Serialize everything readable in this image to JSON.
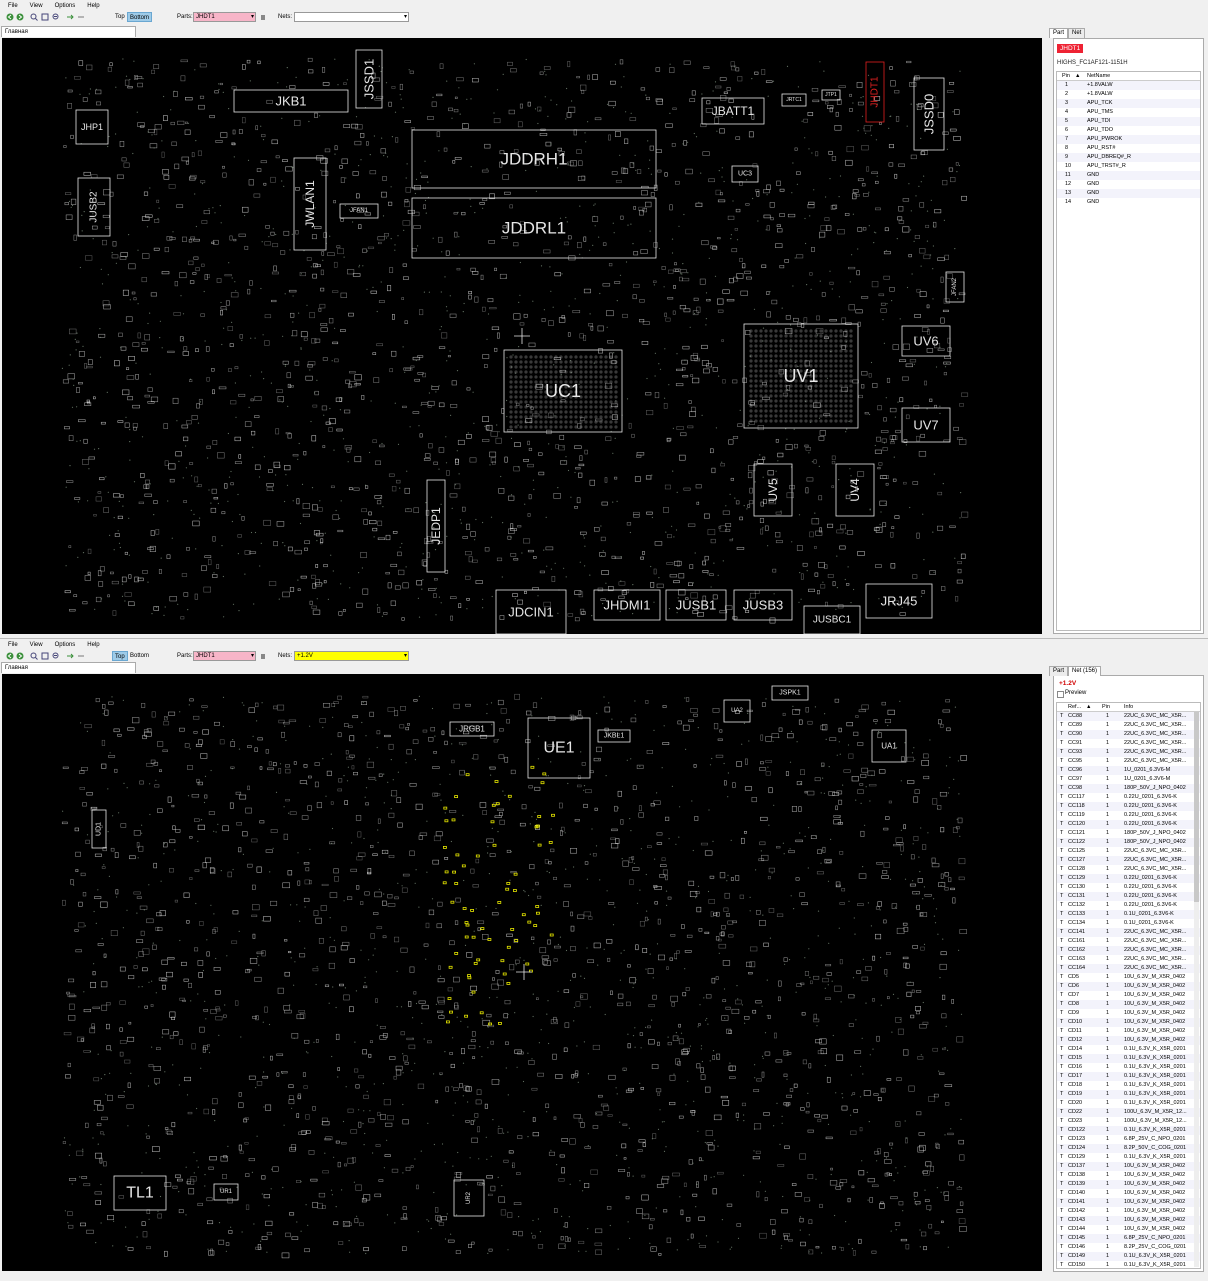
{
  "pane1": {
    "menu": [
      "File",
      "View",
      "Options",
      "Help"
    ],
    "toolbar": {
      "top_label": "Top",
      "bottom_label": "Bottom",
      "active_side": "Bottom",
      "parts_label": "Parts:",
      "parts_value": "JHDT1",
      "nets_label": "Nets:",
      "nets_value": ""
    },
    "tab": "Главная",
    "board_side": "Bottom",
    "parts": [
      "JHP1",
      "JKB1",
      "JSSD1",
      "JUSB2",
      "JWLAN1",
      "JFAN1",
      "JDDRH1",
      "JDDRL1",
      "JBATT1",
      "JRTC1",
      "JTP1",
      "JHDT1",
      "JSSD0",
      "UC3",
      "JFAN2",
      "UV6",
      "UC1",
      "UV1",
      "UV7",
      "UV5",
      "UV4",
      "JEDP1",
      "JDCIN1",
      "JHDMI1",
      "JUSB1",
      "JUSB3",
      "JUSBC1",
      "JRJ45"
    ],
    "side_panel": {
      "tabs": [
        "Part",
        "Net"
      ],
      "active_tab": "Part",
      "part_name": "JHDT1",
      "part_type": "HIGHS_FC1AF121-1151H",
      "columns": [
        "Pin",
        "NetName"
      ],
      "pins": [
        {
          "pin": "1",
          "net": "+1.8VALW"
        },
        {
          "pin": "2",
          "net": "+1.8VALW"
        },
        {
          "pin": "3",
          "net": "APU_TCK"
        },
        {
          "pin": "4",
          "net": "APU_TMS"
        },
        {
          "pin": "5",
          "net": "APU_TDI"
        },
        {
          "pin": "6",
          "net": "APU_TDO"
        },
        {
          "pin": "7",
          "net": "APU_PWROK"
        },
        {
          "pin": "8",
          "net": "APU_RST#"
        },
        {
          "pin": "9",
          "net": "APU_DBREQ#_R"
        },
        {
          "pin": "10",
          "net": "APU_TRST#_R"
        },
        {
          "pin": "11",
          "net": "GND"
        },
        {
          "pin": "12",
          "net": "GND"
        },
        {
          "pin": "13",
          "net": "GND"
        },
        {
          "pin": "14",
          "net": "GND"
        }
      ]
    }
  },
  "pane2": {
    "menu": [
      "File",
      "View",
      "Options",
      "Help"
    ],
    "toolbar": {
      "top_label": "Top",
      "bottom_label": "Bottom",
      "active_side": "Top",
      "parts_label": "Parts:",
      "parts_value": "JHDT1",
      "nets_label": "Nets:",
      "nets_value": "+1.2V"
    },
    "tab": "Главная",
    "board_side": "Top",
    "parts": [
      "JSPK1",
      "UA2",
      "UA1",
      "JRGB1",
      "UE1",
      "JKBL1",
      "UD1",
      "TL1",
      "UR1",
      "UR2"
    ],
    "side_panel": {
      "tabs": [
        "Part",
        "Net (156)"
      ],
      "active_tab": "Net (156)",
      "net_name": "+1.2V",
      "preview_label": "Preview",
      "columns": [
        "Ref...",
        "Pin",
        "Info"
      ],
      "rows": [
        {
          "s": "T",
          "ref": "CC88",
          "pin": "1",
          "info": "22UC_6.3VC_MC_X5R..."
        },
        {
          "s": "T",
          "ref": "CC89",
          "pin": "1",
          "info": "22UC_6.3VC_MC_X5R..."
        },
        {
          "s": "T",
          "ref": "CC90",
          "pin": "1",
          "info": "22UC_6.3VC_MC_X5R..."
        },
        {
          "s": "T",
          "ref": "CC91",
          "pin": "1",
          "info": "22UC_6.3VC_MC_X5R..."
        },
        {
          "s": "T",
          "ref": "CC93",
          "pin": "1",
          "info": "22UC_6.3VC_MC_X5R..."
        },
        {
          "s": "T",
          "ref": "CC95",
          "pin": "1",
          "info": "22UC_6.3VC_MC_X5R..."
        },
        {
          "s": "T",
          "ref": "CC96",
          "pin": "1",
          "info": "1U_0201_6.3V6-M"
        },
        {
          "s": "T",
          "ref": "CC97",
          "pin": "1",
          "info": "1U_0201_6.3V6-M"
        },
        {
          "s": "T",
          "ref": "CC98",
          "pin": "1",
          "info": "180P_50V_J_NPO_0402"
        },
        {
          "s": "T",
          "ref": "CC117",
          "pin": "1",
          "info": "0.22U_0201_6.3V6-K"
        },
        {
          "s": "T",
          "ref": "CC118",
          "pin": "1",
          "info": "0.22U_0201_6.3V6-K"
        },
        {
          "s": "T",
          "ref": "CC119",
          "pin": "1",
          "info": "0.22U_0201_6.3V6-K"
        },
        {
          "s": "T",
          "ref": "CC120",
          "pin": "1",
          "info": "0.22U_0201_6.3V6-K"
        },
        {
          "s": "T",
          "ref": "CC121",
          "pin": "1",
          "info": "180P_50V_J_NPO_0402"
        },
        {
          "s": "T",
          "ref": "CC122",
          "pin": "1",
          "info": "180P_50V_J_NPO_0402"
        },
        {
          "s": "T",
          "ref": "CC125",
          "pin": "1",
          "info": "22UC_6.3VC_MC_X5R..."
        },
        {
          "s": "T",
          "ref": "CC127",
          "pin": "1",
          "info": "22UC_6.3VC_MC_X5R..."
        },
        {
          "s": "T",
          "ref": "CC128",
          "pin": "1",
          "info": "22UC_6.3VC_MC_X5R..."
        },
        {
          "s": "T",
          "ref": "CC129",
          "pin": "1",
          "info": "0.22U_0201_6.3V6-K"
        },
        {
          "s": "T",
          "ref": "CC130",
          "pin": "1",
          "info": "0.22U_0201_6.3V6-K"
        },
        {
          "s": "T",
          "ref": "CC131",
          "pin": "1",
          "info": "0.22U_0201_6.3V6-K"
        },
        {
          "s": "T",
          "ref": "CC132",
          "pin": "1",
          "info": "0.22U_0201_6.3V6-K"
        },
        {
          "s": "T",
          "ref": "CC133",
          "pin": "1",
          "info": "0.1U_0201_6.3V6-K"
        },
        {
          "s": "T",
          "ref": "CC134",
          "pin": "1",
          "info": "0.1U_0201_6.3V6-K"
        },
        {
          "s": "T",
          "ref": "CC141",
          "pin": "1",
          "info": "22UC_6.3VC_MC_X5R..."
        },
        {
          "s": "T",
          "ref": "CC161",
          "pin": "1",
          "info": "22UC_6.3VC_MC_X5R..."
        },
        {
          "s": "T",
          "ref": "CC162",
          "pin": "1",
          "info": "22UC_6.3VC_MC_X5R..."
        },
        {
          "s": "T",
          "ref": "CC163",
          "pin": "1",
          "info": "22UC_6.3VC_MC_X5R..."
        },
        {
          "s": "T",
          "ref": "CC164",
          "pin": "1",
          "info": "22UC_6.3VC_MC_X5R..."
        },
        {
          "s": "T",
          "ref": "CD5",
          "pin": "1",
          "info": "10U_6.3V_M_X5R_0402"
        },
        {
          "s": "T",
          "ref": "CD6",
          "pin": "1",
          "info": "10U_6.3V_M_X5R_0402"
        },
        {
          "s": "T",
          "ref": "CD7",
          "pin": "1",
          "info": "10U_6.3V_M_X5R_0402"
        },
        {
          "s": "T",
          "ref": "CD8",
          "pin": "1",
          "info": "10U_6.3V_M_X5R_0402"
        },
        {
          "s": "T",
          "ref": "CD9",
          "pin": "1",
          "info": "10U_6.3V_M_X5R_0402"
        },
        {
          "s": "T",
          "ref": "CD10",
          "pin": "1",
          "info": "10U_6.3V_M_X5R_0402"
        },
        {
          "s": "T",
          "ref": "CD11",
          "pin": "1",
          "info": "10U_6.3V_M_X5R_0402"
        },
        {
          "s": "T",
          "ref": "CD12",
          "pin": "1",
          "info": "10U_6.3V_M_X5R_0402"
        },
        {
          "s": "T",
          "ref": "CD14",
          "pin": "1",
          "info": "0.1U_6.3V_K_X5R_0201"
        },
        {
          "s": "T",
          "ref": "CD15",
          "pin": "1",
          "info": "0.1U_6.3V_K_X5R_0201"
        },
        {
          "s": "T",
          "ref": "CD16",
          "pin": "1",
          "info": "0.1U_6.3V_K_X5R_0201"
        },
        {
          "s": "T",
          "ref": "CD17",
          "pin": "1",
          "info": "0.1U_6.3V_K_X5R_0201"
        },
        {
          "s": "T",
          "ref": "CD18",
          "pin": "1",
          "info": "0.1U_6.3V_K_X5R_0201"
        },
        {
          "s": "T",
          "ref": "CD19",
          "pin": "1",
          "info": "0.1U_6.3V_K_X5R_0201"
        },
        {
          "s": "T",
          "ref": "CD20",
          "pin": "1",
          "info": "0.1U_6.3V_K_X5R_0201"
        },
        {
          "s": "T",
          "ref": "CD22",
          "pin": "1",
          "info": "100U_6.3V_M_X5R_12..."
        },
        {
          "s": "T",
          "ref": "CD23",
          "pin": "1",
          "info": "100U_6.3V_M_X5R_12..."
        },
        {
          "s": "T",
          "ref": "CD122",
          "pin": "1",
          "info": "0.1U_6.3V_K_X5R_0201"
        },
        {
          "s": "T",
          "ref": "CD123",
          "pin": "1",
          "info": "6.8P_25V_C_NPO_0201"
        },
        {
          "s": "T",
          "ref": "CD124",
          "pin": "1",
          "info": "8.2P_50V_C_COG_0201"
        },
        {
          "s": "T",
          "ref": "CD129",
          "pin": "1",
          "info": "0.1U_6.3V_K_X5R_0201"
        },
        {
          "s": "T",
          "ref": "CD137",
          "pin": "1",
          "info": "10U_6.3V_M_X5R_0402"
        },
        {
          "s": "T",
          "ref": "CD138",
          "pin": "1",
          "info": "10U_6.3V_M_X5R_0402"
        },
        {
          "s": "T",
          "ref": "CD139",
          "pin": "1",
          "info": "10U_6.3V_M_X5R_0402"
        },
        {
          "s": "T",
          "ref": "CD140",
          "pin": "1",
          "info": "10U_6.3V_M_X5R_0402"
        },
        {
          "s": "T",
          "ref": "CD141",
          "pin": "1",
          "info": "10U_6.3V_M_X5R_0402"
        },
        {
          "s": "T",
          "ref": "CD142",
          "pin": "1",
          "info": "10U_6.3V_M_X5R_0402"
        },
        {
          "s": "T",
          "ref": "CD143",
          "pin": "1",
          "info": "10U_6.3V_M_X5R_0402"
        },
        {
          "s": "T",
          "ref": "CD144",
          "pin": "1",
          "info": "10U_6.3V_M_X5R_0402"
        },
        {
          "s": "T",
          "ref": "CD145",
          "pin": "1",
          "info": "6.8P_25V_C_NPO_0201"
        },
        {
          "s": "T",
          "ref": "CD146",
          "pin": "1",
          "info": "8.2P_25V_C_COG_0201"
        },
        {
          "s": "T",
          "ref": "CD149",
          "pin": "1",
          "info": "0.1U_6.3V_K_X5R_0201"
        },
        {
          "s": "T",
          "ref": "CD150",
          "pin": "1",
          "info": "0.1U_6.3V_K_X5R_0201"
        }
      ]
    }
  },
  "colors": {
    "board_bg": "#000000",
    "outline": "#e6e6e6",
    "selected_part": "#e02020",
    "net_highlight": "#e8e800",
    "parts_combo_bg": "#f7b5c8",
    "nets_combo_bg": "#ffff00"
  }
}
